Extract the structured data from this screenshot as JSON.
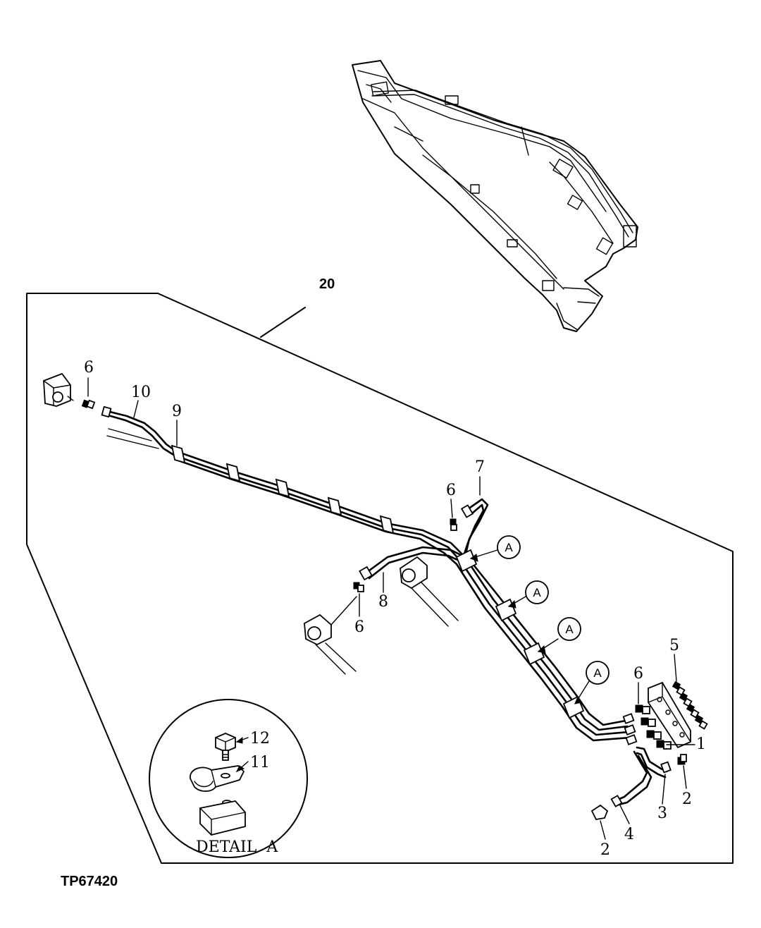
{
  "figure_id": "TP67420",
  "assembly_label": "20",
  "detail": {
    "title": "DETAIL  A",
    "labels": [
      "12",
      "11"
    ]
  },
  "part_labels": {
    "p1": "1",
    "p2a": "2",
    "p2b": "2",
    "p3": "3",
    "p4": "4",
    "p5": "5",
    "p6a": "6",
    "p6b": "6",
    "p6c": "6",
    "p6d": "6",
    "p7": "7",
    "p8": "8",
    "p9": "9",
    "p10": "10"
  },
  "callouts": [
    "A",
    "A",
    "A",
    "A"
  ]
}
